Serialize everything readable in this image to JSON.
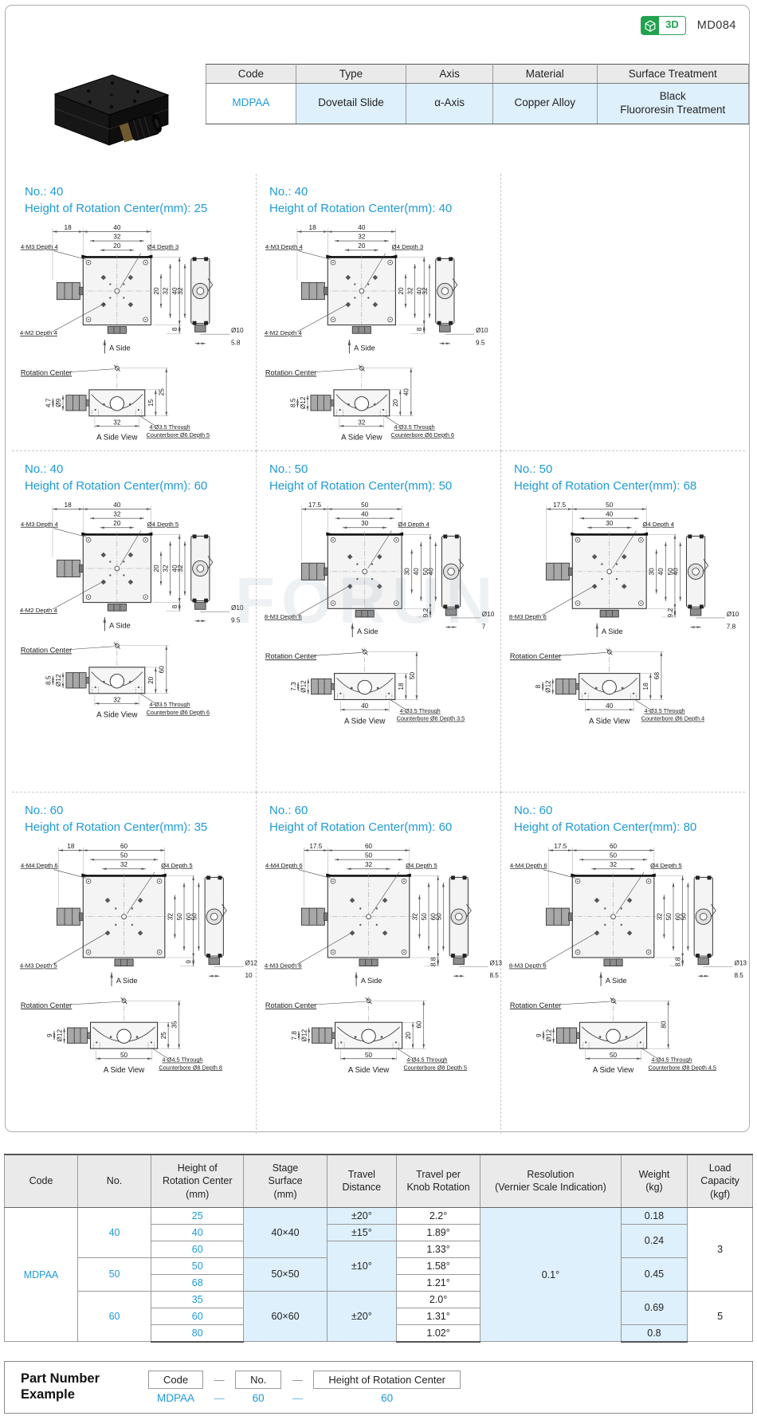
{
  "page": {
    "code": "MD084",
    "badge_3d": "3D"
  },
  "colors": {
    "accent_blue": "#1e9ad6",
    "light_blue_bg": "#def0fb",
    "header_grey": "#eaeaea",
    "badge_green": "#21a24e"
  },
  "watermark": "FORUN",
  "product": {
    "headers": [
      "Code",
      "Type",
      "Axis",
      "Material",
      "Surface Treatment"
    ],
    "row": [
      "MDPAA",
      "Dovetail Slide",
      "α-Axis",
      "Copper Alloy",
      "Black\nFluororesin Treatment"
    ]
  },
  "panels": [
    {
      "title_no": "No.: 40",
      "title_height": "Height of Rotation Center(mm): 25",
      "top": {
        "knob_offset": "18",
        "outer": "40",
        "mid": "32",
        "inner": "20",
        "corner_hole": "4-M3 Depth 4",
        "center_hole": "Ø4 Depth 3",
        "r_inner": "20",
        "r_mid": "32",
        "r_outer": "40",
        "base": "8",
        "screw": "4-M2 Depth 4",
        "a_side": "A Side"
      },
      "side": {
        "height": "32",
        "dia": "Ø10",
        "width": "5.8"
      },
      "front": {
        "rc": "Rotation Center",
        "d1": "4.7",
        "d2": "Ø9",
        "h": "25",
        "body": "15",
        "width": "32",
        "hole1": "4-Ø3.5 Through",
        "hole2": "Counterbore Ø6 Depth 5",
        "caption": "A Side View"
      }
    },
    {
      "title_no": "No.: 40",
      "title_height": "Height of Rotation Center(mm): 40",
      "top": {
        "knob_offset": "18",
        "outer": "40",
        "mid": "32",
        "inner": "20",
        "corner_hole": "4-M3 Depth 4",
        "center_hole": "Ø4 Depth 3",
        "r_inner": "20",
        "r_mid": "32",
        "r_outer": "40",
        "base": "8",
        "screw": "4-M2 Depth 4",
        "a_side": "A Side"
      },
      "side": {
        "height": "32",
        "dia": "Ø10",
        "width": "9.5"
      },
      "front": {
        "rc": "Rotation Center",
        "d1": "8.5",
        "d2": "Ø12",
        "h": "40",
        "body": "20",
        "width": "32",
        "hole1": "4-Ø3.5 Through",
        "hole2": "Counterbore Ø6 Depth 6",
        "caption": "A Side View"
      }
    },
    {
      "title_no": "No.: 40",
      "title_height": "Height of Rotation Center(mm): 60",
      "top": {
        "knob_offset": "18",
        "outer": "40",
        "mid": "32",
        "inner": "20",
        "corner_hole": "4-M3 Depth 4",
        "center_hole": "Ø4 Depth 5",
        "r_inner": "20",
        "r_mid": "32",
        "r_outer": "40",
        "base": "8",
        "screw": "4-M2 Depth 4",
        "a_side": "A Side"
      },
      "side": {
        "height": "32",
        "dia": "Ø10",
        "width": "9.5"
      },
      "front": {
        "rc": "Rotation Center",
        "d1": "8.5",
        "d2": "Ø12",
        "h": "60",
        "body": "20",
        "width": "32",
        "hole1": "4-Ø3.5 Through",
        "hole2": "Counterbore Ø6 Depth 6",
        "caption": "A Side View"
      }
    },
    {
      "title_no": "No.: 50",
      "title_height": "Height of Rotation Center(mm): 50",
      "top": {
        "knob_offset": "17.5",
        "outer": "50",
        "mid": "40",
        "inner": "30",
        "corner_hole": "",
        "center_hole": "Ø4 Depth 4",
        "r_inner": "30",
        "r_mid": "40",
        "r_outer": "50",
        "base": "9.2",
        "screw": "8-M3 Depth 6",
        "a_side": "A Side"
      },
      "side": {
        "height": "40",
        "dia": "Ø10",
        "width": "7"
      },
      "front": {
        "rc": "Rotation Center",
        "d1": "7.3",
        "d2": "Ø12",
        "h": "50",
        "body": "18",
        "width": "40",
        "hole1": "4-Ø3.5 Through",
        "hole2": "Counterbore Ø6 Depth 3.5",
        "caption": "A Side View"
      }
    },
    {
      "title_no": "No.: 50",
      "title_height": "Height of Rotation Center(mm): 68",
      "top": {
        "knob_offset": "17.5",
        "outer": "50",
        "mid": "40",
        "inner": "30",
        "corner_hole": "",
        "center_hole": "Ø4 Depth 4",
        "r_inner": "30",
        "r_mid": "40",
        "r_outer": "50",
        "base": "9.2",
        "screw": "8-M3 Depth 6",
        "a_side": "A Side"
      },
      "side": {
        "height": "40",
        "dia": "Ø10",
        "width": "7.8"
      },
      "front": {
        "rc": "Rotation Center",
        "d1": "8",
        "d2": "Ø12",
        "h": "68",
        "body": "18",
        "width": "40",
        "hole1": "4-Ø3.5 Through",
        "hole2": "Counterbore Ø6 Depth 4",
        "caption": "A Side View"
      }
    },
    {
      "title_no": "No.: 60",
      "title_height": "Height of Rotation Center(mm): 35",
      "top": {
        "knob_offset": "18",
        "outer": "60",
        "mid": "50",
        "inner": "32",
        "corner_hole": "4-M4 Depth 6",
        "center_hole": "Ø4 Depth 5",
        "r_inner": "32",
        "r_mid": "50",
        "r_outer": "60",
        "base": "9",
        "screw": "4-M3 Depth 5",
        "a_side": "A Side"
      },
      "side": {
        "height": "50",
        "dia": "Ø12",
        "width": "10"
      },
      "front": {
        "rc": "Rotation Center",
        "d1": "9",
        "d2": "Ø12",
        "h": "35",
        "body": "25",
        "width": "50",
        "hole1": "4-Ø4.5 Through",
        "hole2": "Counterbore Ø8 Depth 8",
        "caption": "A Side View"
      }
    },
    {
      "title_no": "No.: 60",
      "title_height": "Height of Rotation Center(mm): 60",
      "top": {
        "knob_offset": "17.5",
        "outer": "60",
        "mid": "50",
        "inner": "32",
        "corner_hole": "4-M4 Depth 6",
        "center_hole": "Ø4 Depth 5",
        "r_inner": "32",
        "r_mid": "50",
        "r_outer": "60",
        "base": "8.8",
        "screw": "4-M3 Depth 6",
        "a_side": "A Side"
      },
      "side": {
        "height": "50",
        "dia": "Ø13",
        "width": "8.5"
      },
      "front": {
        "rc": "Rotation Center",
        "d1": "7.8",
        "d2": "Ø12",
        "h": "60",
        "body": "20",
        "width": "50",
        "hole1": "4-Ø4.5 Through",
        "hole2": "Counterbore Ø8 Depth 5",
        "caption": "A Side View"
      }
    },
    {
      "title_no": "No.: 60",
      "title_height": "Height of Rotation Center(mm): 80",
      "top": {
        "knob_offset": "17.5",
        "outer": "60",
        "mid": "50",
        "inner": "32",
        "corner_hole": "4-M4 Depth 6",
        "center_hole": "Ø4 Depth 5",
        "r_inner": "32",
        "r_mid": "50",
        "r_outer": "60",
        "base": "8.8",
        "screw": "8-M3 Depth 6",
        "a_side": "A Side"
      },
      "side": {
        "height": "50",
        "dia": "Ø13",
        "width": "8.5"
      },
      "front": {
        "rc": "Rotation Center",
        "d1": "9",
        "d2": "Ø12",
        "h": "80",
        "body": "",
        "width": "50",
        "hole1": "4-Ø4.5 Through",
        "hole2": "Counterbore Ø8 Depth 4.5",
        "caption": "A Side View"
      }
    }
  ],
  "spec_table": {
    "headers": [
      "Code",
      "No.",
      "Height of\nRotation Center\n(mm)",
      "Stage\nSurface\n(mm)",
      "Travel\nDistance",
      "Travel per\nKnob Rotation",
      "Resolution\n(Vernier Scale Indication)",
      "Weight\n(kg)",
      "Load\nCapacity\n(kgf)"
    ],
    "rows": [
      [
        {
          "t": "MDPAA",
          "rs": 8,
          "c": "blue"
        },
        {
          "t": "40",
          "rs": 3,
          "c": "blue"
        },
        {
          "t": "25",
          "c": "blue"
        },
        {
          "t": "40×40",
          "rs": 3,
          "c": "lb"
        },
        {
          "t": "±20°",
          "c": "lb"
        },
        {
          "t": "2.2°"
        },
        {
          "t": "0.1°",
          "rs": 8,
          "c": "lb"
        },
        {
          "t": "0.18",
          "c": "lb"
        },
        {
          "t": "3",
          "rs": 5
        }
      ],
      [
        {
          "t": "40",
          "c": "blue"
        },
        {
          "t": "±15°",
          "c": "lb"
        },
        {
          "t": "1.89°"
        },
        {
          "t": "0.24",
          "rs": 2,
          "c": "lb"
        }
      ],
      [
        {
          "t": "60",
          "c": "blue"
        },
        {
          "t": "±10°",
          "rs": 3,
          "c": "lb"
        },
        {
          "t": "1.33°"
        }
      ],
      [
        {
          "t": "50",
          "rs": 2,
          "c": "blue"
        },
        {
          "t": "50",
          "c": "blue"
        },
        {
          "t": "50×50",
          "rs": 2,
          "c": "lb"
        },
        {
          "t": "1.58°"
        },
        {
          "t": "0.45",
          "rs": 2,
          "c": "lb"
        }
      ],
      [
        {
          "t": "68",
          "c": "blue"
        },
        {
          "t": "1.21°"
        }
      ],
      [
        {
          "t": "60",
          "rs": 3,
          "c": "blue"
        },
        {
          "t": "35",
          "c": "blue"
        },
        {
          "t": "60×60",
          "rs": 3,
          "c": "lb"
        },
        {
          "t": "±20°",
          "rs": 3,
          "c": "lb"
        },
        {
          "t": "2.0°"
        },
        {
          "t": "0.69",
          "rs": 2,
          "c": "lb"
        },
        {
          "t": "5",
          "rs": 3
        }
      ],
      [
        {
          "t": "60",
          "c": "blue"
        },
        {
          "t": "1.31°"
        }
      ],
      [
        {
          "t": "80",
          "c": "blue"
        },
        {
          "t": "1.02°"
        },
        {
          "t": "0.8",
          "c": "lb"
        }
      ]
    ]
  },
  "pn": {
    "title_l1": "Part Number",
    "title_l2": "Example",
    "f1": "Code",
    "f2": "No.",
    "f3": "Height of Rotation Center",
    "sep": "—",
    "v1": "MDPAA",
    "v2": "60",
    "v3": "60"
  }
}
